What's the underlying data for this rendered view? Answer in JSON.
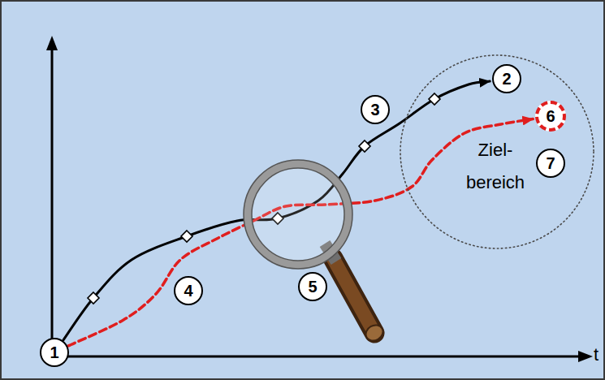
{
  "diagram": {
    "nodes": [
      {
        "text": [
          "1"
        ]
      },
      {
        "text": [
          "Ziel- bereich"
        ]
      },
      {
        "text": [
          "2"
        ],
        "in": 1
      },
      {
        "text": [
          "3"
        ]
      },
      {
        "text": [
          "6"
        ],
        "in": 1
      },
      {
        "text": [
          "7"
        ],
        "in": 1
      },
      {
        "text": [
          "4"
        ]
      },
      {
        "text": [
          "5"
        ]
      }
    ],
    "edges": [
      {
        "from": 0,
        "to": 2,
        "arrow": "to"
      },
      {
        "from": 0,
        "to": 4,
        "arrow": "to"
      }
    ],
    "labels": [
      "t"
    ]
  }
}
